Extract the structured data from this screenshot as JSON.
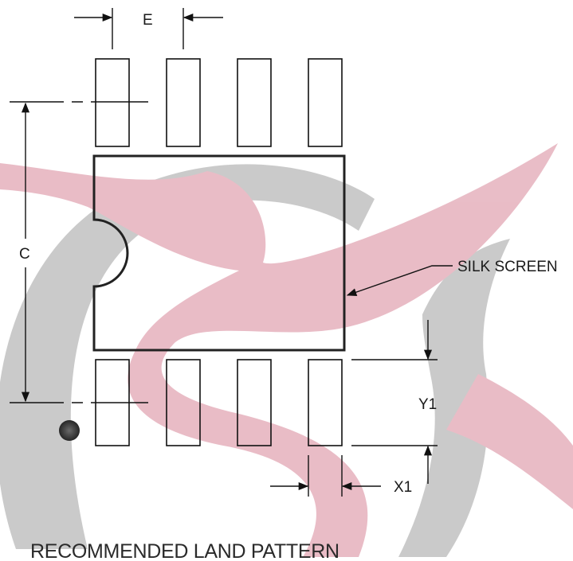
{
  "diagram": {
    "labels": {
      "e": "E",
      "c": "C",
      "silk": "SILK SCREEN",
      "y1": "Y1",
      "x1": "X1"
    },
    "title": "RECOMMENDED LAND PATTERN",
    "colors": {
      "watermark_gray": "#c4c4c4",
      "watermark_pink": "#e7b5c1",
      "lines": "#111111",
      "pin1_dot": "#3a3a3a"
    },
    "pads_top": 4,
    "pads_bottom": 4
  }
}
